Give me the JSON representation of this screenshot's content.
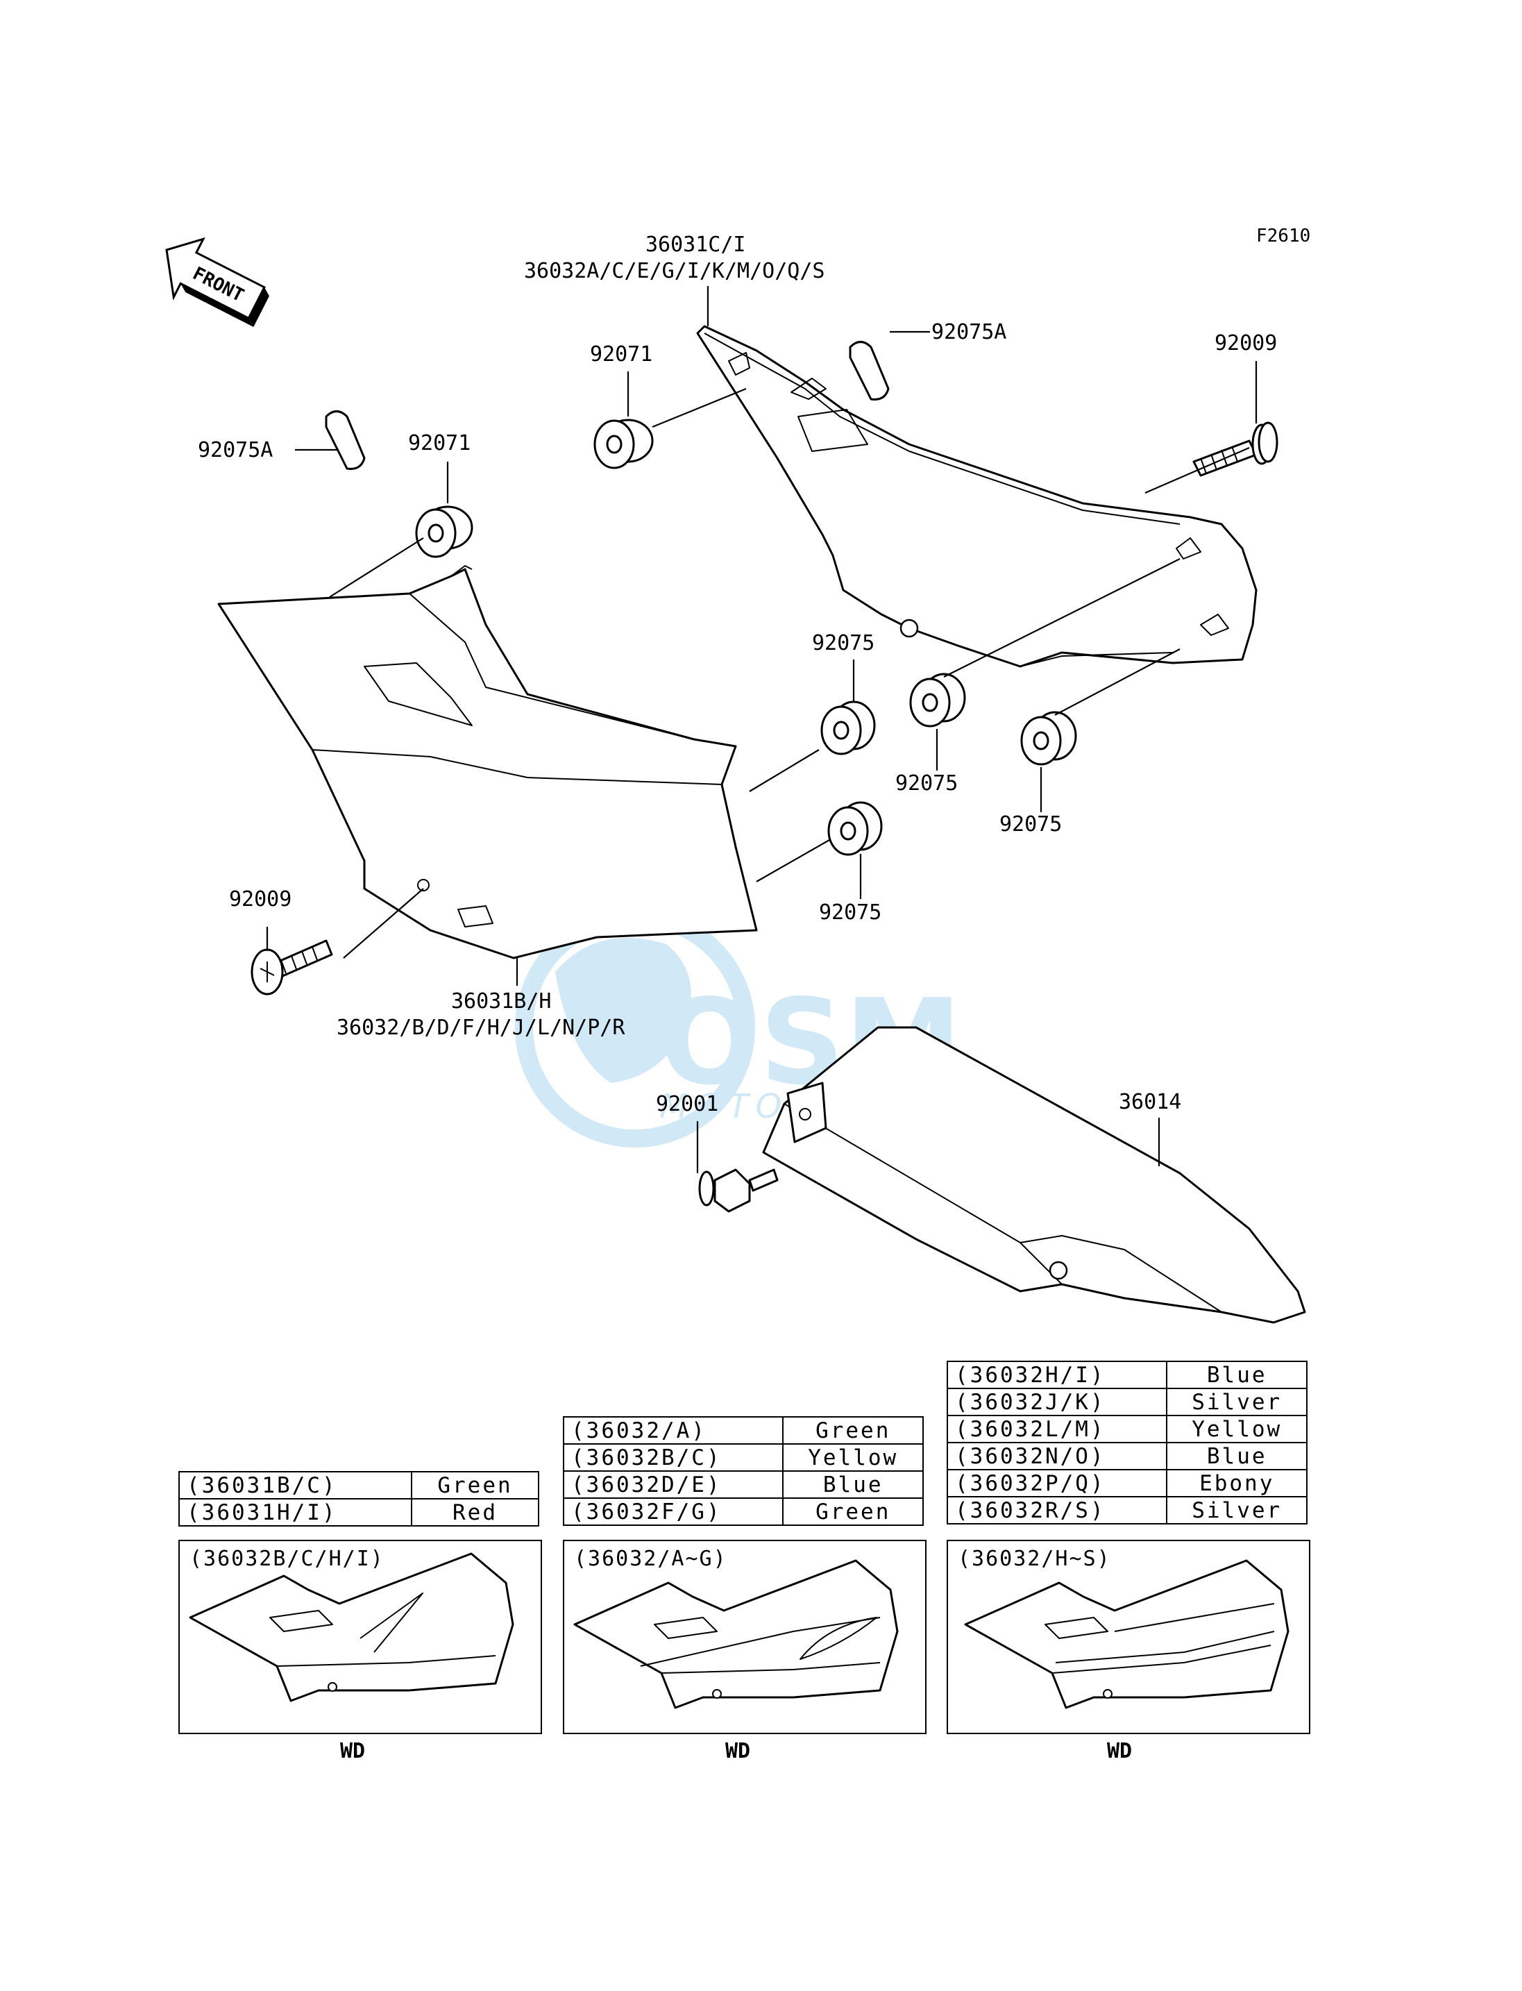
{
  "figure_code": "F2610",
  "front_arrow": "FRONT",
  "watermark": {
    "brand": "OSM",
    "sub": "MOTORPARTS",
    "color": "#4aa8e0"
  },
  "callouts": {
    "c36031ci": "36031C/I",
    "c36032ace": "36032A/C/E/G/I/K/M/O/Q/S",
    "c92075a_top": "92075A",
    "c92009_top": "92009",
    "c92071_top": "92071",
    "c92075a_left": "92075A",
    "c92071_left": "92071",
    "c92075_a": "92075",
    "c92075_b": "92075",
    "c92075_c": "92075",
    "c92075_d": "92075",
    "c92009_left": "92009",
    "c36031bh": "36031B/H",
    "c36032bd": "36032/B/D/F/H/J/L/N/P/R",
    "c92001": "92001",
    "c36014": "36014"
  },
  "tables": {
    "left": [
      {
        "code": "(36031B/C)",
        "color": "Green"
      },
      {
        "code": "(36031H/I)",
        "color": "Red"
      }
    ],
    "middle": [
      {
        "code": "(36032/A)",
        "color": "Green"
      },
      {
        "code": "(36032B/C)",
        "color": "Yellow"
      },
      {
        "code": "(36032D/E)",
        "color": "Blue"
      },
      {
        "code": "(36032F/G)",
        "color": "Green"
      }
    ],
    "right": [
      {
        "code": "(36032H/I)",
        "color": "Blue"
      },
      {
        "code": "(36032J/K)",
        "color": "Silver"
      },
      {
        "code": "(36032L/M)",
        "color": "Yellow"
      },
      {
        "code": "(36032N/O)",
        "color": "Blue"
      },
      {
        "code": "(36032P/Q)",
        "color": "Ebony"
      },
      {
        "code": "(36032R/S)",
        "color": "Silver"
      }
    ]
  },
  "panels": [
    {
      "title": "(36032B/C/H/I)",
      "caption": "WD"
    },
    {
      "title": "(36032/A~G)",
      "caption": "WD"
    },
    {
      "title": "(36032/H~S)",
      "caption": "WD"
    }
  ]
}
